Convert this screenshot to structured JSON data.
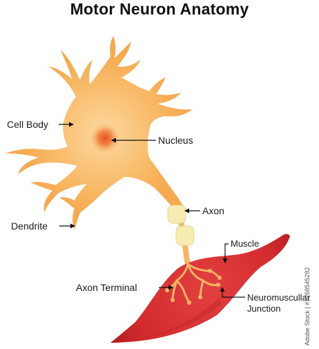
{
  "title": "Motor Neuron Anatomy",
  "labels": {
    "cell_body": "Cell Body",
    "nucleus": "Nucleus",
    "dendrite": "Dendrite",
    "axon": "Axon",
    "muscle": "Muscle",
    "axon_terminal": "Axon Terminal",
    "nmj_line1": "Neuromuscullar",
    "nmj_line2": "Junction"
  },
  "watermark": "Adobe Stock | #1268545282",
  "colors": {
    "neuron_body": "#F9B45E",
    "neuron_center": "#FCD9A3",
    "nucleus": "#EE6A2A",
    "myelin": "#F7EDB2",
    "muscle": "#D72D2F",
    "muscle_dark": "#B21E22",
    "terminal": "#F6B663",
    "leader": "#111111"
  }
}
